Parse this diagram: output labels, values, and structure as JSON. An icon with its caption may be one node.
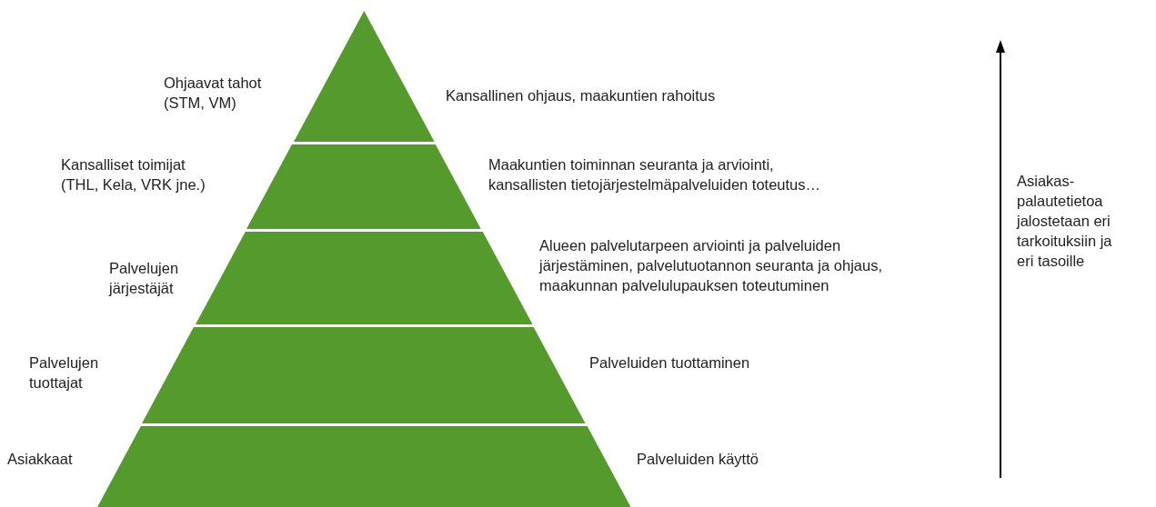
{
  "diagram": {
    "nodes": [
      {
        "text": [],
        "shape": "band",
        "beside": [
          "Ohjaavat tahot (STM, VM)",
          "Kansallinen ohjaus, maakuntien rahoitus"
        ]
      },
      {
        "text": [],
        "shape": "band",
        "beside": [
          "Kansalliset toimijat (THL, Kela, VRK jne.)",
          "Maakuntien toiminnan seuranta ja arviointi, kansallisten tietojärjestelmäpalveluiden toteutus…"
        ]
      },
      {
        "text": [],
        "shape": "band",
        "beside": [
          "Palvelujen järjestäjät",
          "Alueen palvelutarpeen arviointi ja palveluiden järjestäminen, palvelutuotannon seuranta ja ohjaus, maakunnan palvelulupauksen toteutuminen"
        ]
      },
      {
        "text": [],
        "shape": "band",
        "beside": [
          "Palvelujen tuottajat",
          "Palveluiden tuottaminen"
        ]
      },
      {
        "text": [],
        "shape": "band",
        "beside": [
          "Asiakkaat",
          "Palveluiden käyttö"
        ]
      }
    ],
    "labels": [
      "Asiakas- palautetietoa jalostetaan eri tarkoituksiin ja eri tasoille"
    ]
  }
}
